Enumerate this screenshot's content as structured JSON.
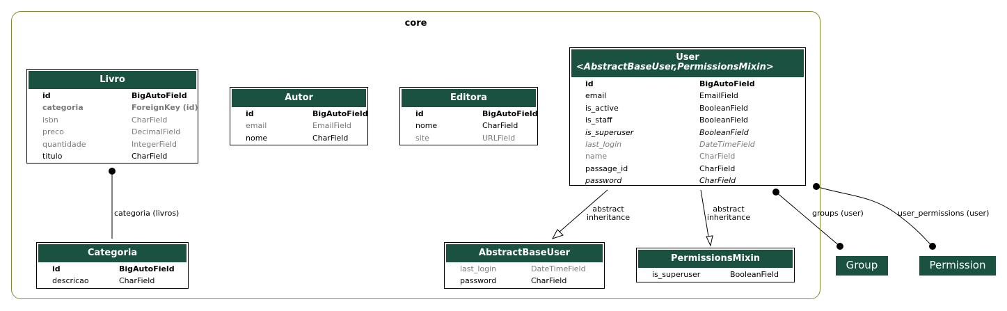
{
  "cluster": {
    "title": "core"
  },
  "models": {
    "livro": {
      "title": "Livro",
      "fields": [
        {
          "name": "id",
          "type": "BigAutoField",
          "style": "pk"
        },
        {
          "name": "categoria",
          "type": "ForeignKey (id)",
          "style": "fk"
        },
        {
          "name": "isbn",
          "type": "CharField",
          "style": "muted"
        },
        {
          "name": "preco",
          "type": "DecimalField",
          "style": "muted"
        },
        {
          "name": "quantidade",
          "type": "IntegerField",
          "style": "muted"
        },
        {
          "name": "titulo",
          "type": "CharField",
          "style": "normal"
        }
      ]
    },
    "autor": {
      "title": "Autor",
      "fields": [
        {
          "name": "id",
          "type": "BigAutoField",
          "style": "pk"
        },
        {
          "name": "email",
          "type": "EmailField",
          "style": "muted"
        },
        {
          "name": "nome",
          "type": "CharField",
          "style": "normal"
        }
      ]
    },
    "editora": {
      "title": "Editora",
      "fields": [
        {
          "name": "id",
          "type": "BigAutoField",
          "style": "pk"
        },
        {
          "name": "nome",
          "type": "CharField",
          "style": "normal"
        },
        {
          "name": "site",
          "type": "URLField",
          "style": "muted"
        }
      ]
    },
    "user": {
      "title": "User",
      "subtitle": "<AbstractBaseUser,PermissionsMixin>",
      "fields": [
        {
          "name": "id",
          "type": "BigAutoField",
          "style": "pk"
        },
        {
          "name": "email",
          "type": "EmailField",
          "style": "normal"
        },
        {
          "name": "is_active",
          "type": "BooleanField",
          "style": "normal"
        },
        {
          "name": "is_staff",
          "type": "BooleanField",
          "style": "normal"
        },
        {
          "name": "is_superuser",
          "type": "BooleanField",
          "style": "ital"
        },
        {
          "name": "last_login",
          "type": "DateTimeField",
          "style": "muted-ital"
        },
        {
          "name": "name",
          "type": "CharField",
          "style": "muted"
        },
        {
          "name": "passage_id",
          "type": "CharField",
          "style": "normal"
        },
        {
          "name": "password",
          "type": "CharField",
          "style": "ital"
        }
      ]
    },
    "categoria": {
      "title": "Categoria",
      "fields": [
        {
          "name": "id",
          "type": "BigAutoField",
          "style": "pk"
        },
        {
          "name": "descricao",
          "type": "CharField",
          "style": "normal"
        }
      ]
    },
    "abstractbaseuser": {
      "title": "AbstractBaseUser",
      "fields": [
        {
          "name": "last_login",
          "type": "DateTimeField",
          "style": "muted"
        },
        {
          "name": "password",
          "type": "CharField",
          "style": "normal"
        }
      ]
    },
    "permissionsmixin": {
      "title": "PermissionsMixin",
      "fields": [
        {
          "name": "is_superuser",
          "type": "BooleanField",
          "style": "normal"
        }
      ]
    }
  },
  "external": {
    "group": "Group",
    "permission": "Permission"
  },
  "edges": {
    "categoria_livros": "categoria (livros)",
    "abstract_1": "abstract",
    "inheritance_1": "inheritance",
    "abstract_2": "abstract",
    "inheritance_2": "inheritance",
    "groups": "groups (user)",
    "user_permissions": "user_permissions (user)"
  },
  "colors": {
    "header": "#1b5140",
    "cluster_border": "#7b8f2e",
    "muted_text": "#7a7a7a"
  }
}
